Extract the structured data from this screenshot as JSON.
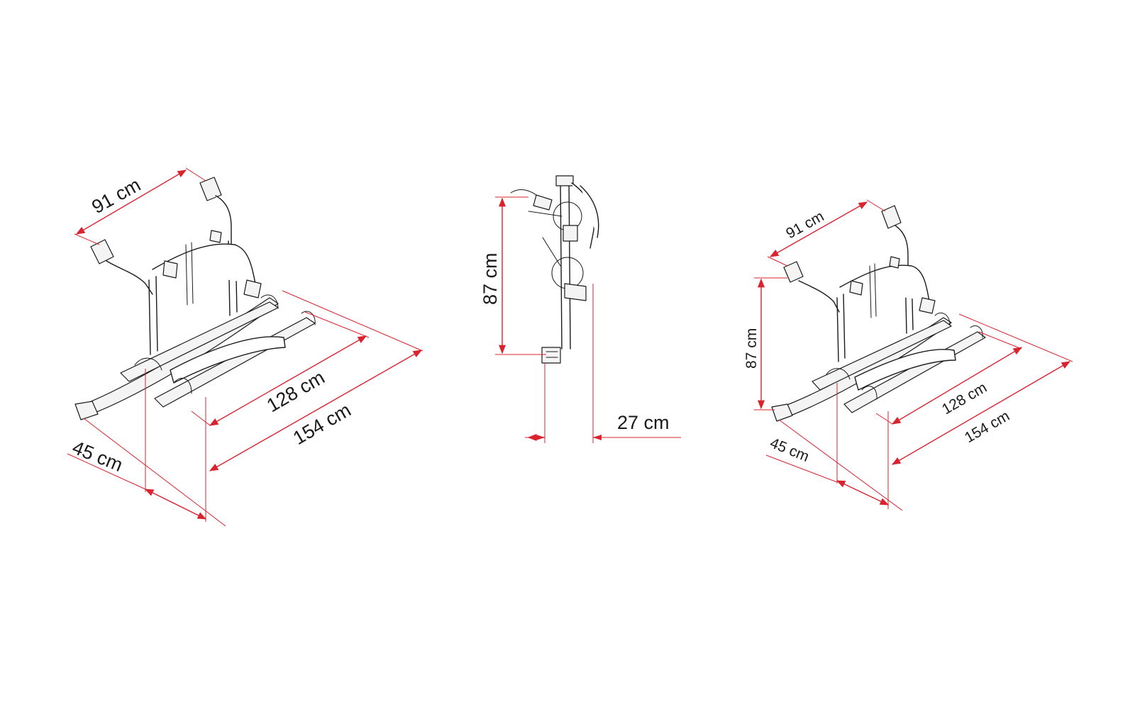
{
  "colors": {
    "dimension_line": "#d9232e",
    "drawing_line": "#1a1a1a",
    "background": "#ffffff"
  },
  "views": {
    "left": {
      "width_top": "91 cm",
      "rail_length": "128 cm",
      "overall_length": "154 cm",
      "depth": "45 cm"
    },
    "side": {
      "height": "87 cm",
      "projection": "27 cm"
    },
    "right": {
      "width_top": "91 cm",
      "height": "87 cm",
      "rail_length": "128 cm",
      "overall_length": "154 cm",
      "depth": "45 cm"
    }
  }
}
